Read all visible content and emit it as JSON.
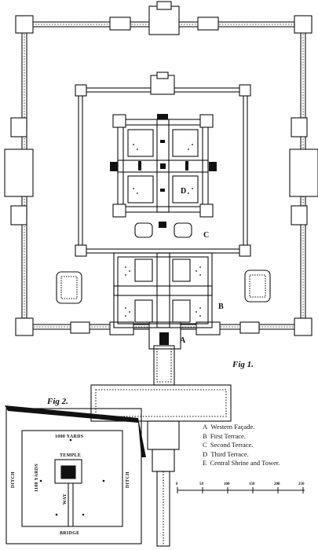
{
  "figures": {
    "fig1_label": "Fig 1.",
    "fig2_label": "Fig 2."
  },
  "plan_letters": {
    "a": "A",
    "b": "B",
    "c": "C",
    "d": "D"
  },
  "legend": [
    {
      "key": "A",
      "text": "Western Façade."
    },
    {
      "key": "B",
      "text": "First Terrace."
    },
    {
      "key": "C",
      "text": "Second Terrace."
    },
    {
      "key": "D",
      "text": "Third Terrace."
    },
    {
      "key": "E",
      "text": "Central Shrine and Tower."
    }
  ],
  "scale": {
    "ticks": [
      "0",
      "50",
      "100",
      "150",
      "200",
      "250"
    ],
    "unit_note": ""
  },
  "site_plan": {
    "top_dimension": "1000 YARDS",
    "side_dimension": "1100 YARDS",
    "ditch_left": "DITCH",
    "ditch_right": "DITCH",
    "temple": "TEMPLE",
    "causeway": "WAY",
    "bridge": "BRIDGE"
  }
}
